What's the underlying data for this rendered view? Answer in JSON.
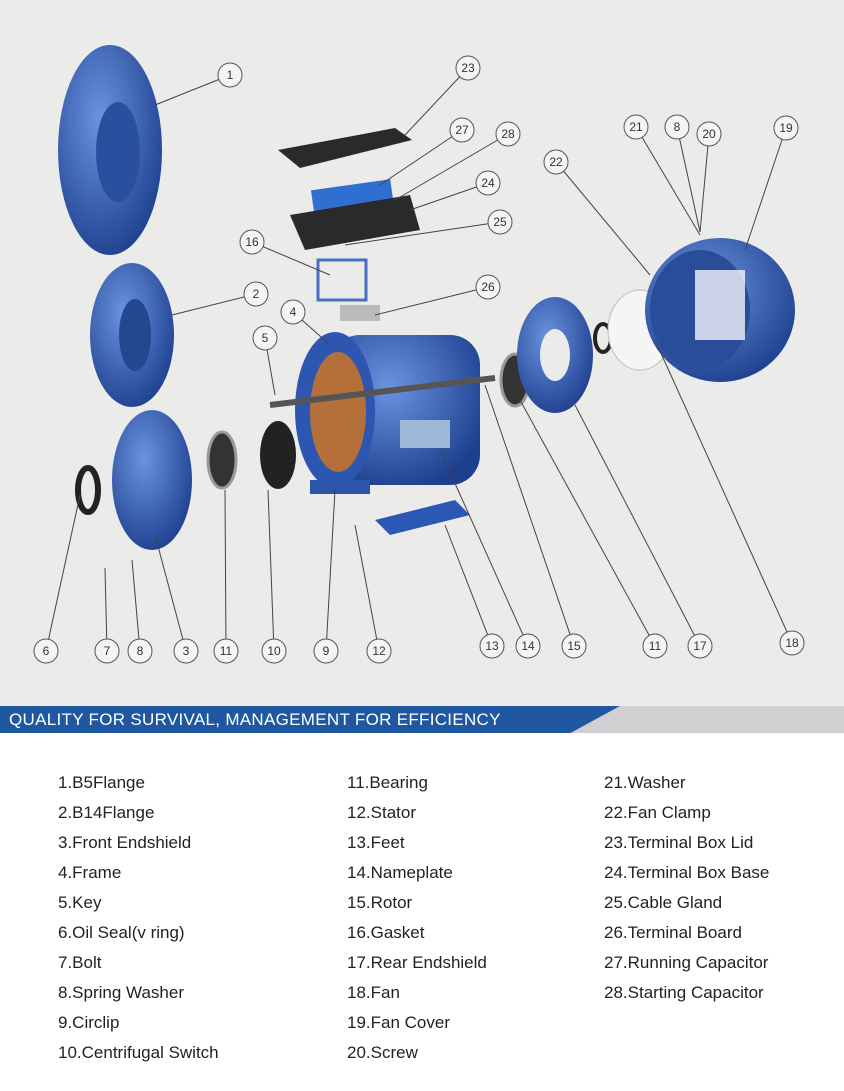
{
  "diagram": {
    "title": "Exploded view of electric motor",
    "callouts": [
      "1",
      "23",
      "27",
      "28",
      "24",
      "25",
      "16",
      "26",
      "2",
      "4",
      "5",
      "22",
      "21",
      "8",
      "20",
      "19",
      "6",
      "7",
      "8",
      "3",
      "11",
      "10",
      "9",
      "12",
      "13",
      "14",
      "15",
      "11",
      "17",
      "18"
    ],
    "colors": {
      "part_blue": "#2f5fb8",
      "dark": "#2a2a2a",
      "copper": "#b5703a"
    }
  },
  "banner": {
    "text": "QUALITY FOR SURVIVAL, MANAGEMENT FOR EFFICIENCY",
    "color": "#1f58a0"
  },
  "parts_list": {
    "columns": [
      [
        "1.B5Flange",
        "2.B14Flange",
        "3.Front Endshield",
        "4.Frame",
        "5.Key",
        "6.Oil Seal(v ring)",
        "7.Bolt",
        "8.Spring Washer",
        "9.Circlip",
        "10.Centrifugal Switch"
      ],
      [
        "11.Bearing",
        "12.Stator",
        "13.Feet",
        "14.Nameplate",
        "15.Rotor",
        "16.Gasket",
        "17.Rear Endshield",
        "18.Fan",
        "19.Fan Cover",
        "20.Screw"
      ],
      [
        "21.Washer",
        "22.Fan Clamp",
        "23.Terminal Box Lid",
        "24.Terminal Box Base",
        "25.Cable Gland",
        "26.Terminal  Board",
        "27.Running Capacitor",
        "28.Starting Capacitor"
      ]
    ]
  }
}
